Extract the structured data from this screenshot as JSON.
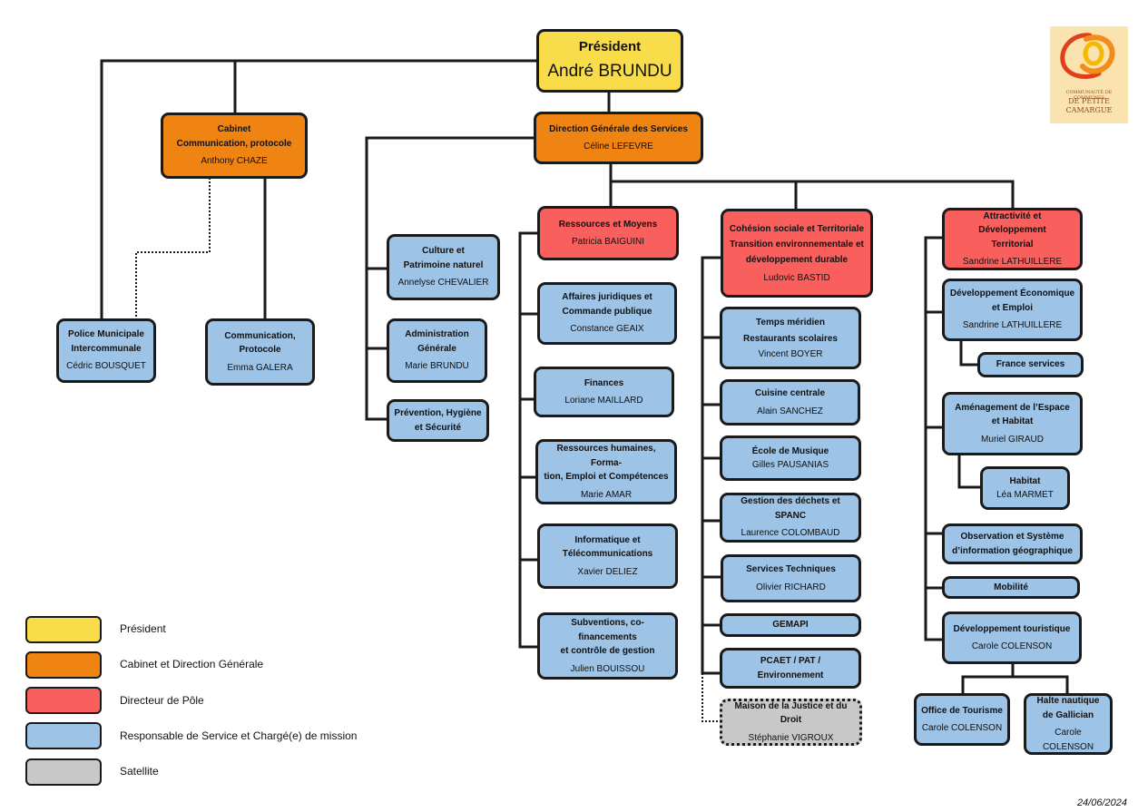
{
  "president": {
    "title": "Président",
    "name": "André BRUNDU"
  },
  "cabinet": {
    "title": "Cabinet\nCommunication, protocole",
    "name": "Anthony CHAZE"
  },
  "dgs": {
    "title": "Direction Générale des Services",
    "name": "Céline LEFEVRE"
  },
  "police": {
    "title": "Police Municipale\nIntercommunale",
    "name": "Cédric BOUSQUET"
  },
  "communication": {
    "title": "Communication,\nProtocole",
    "name": "Emma GALERA"
  },
  "culture": {
    "title": "Culture et\nPatrimoine naturel",
    "name": "Annelyse CHEVALIER"
  },
  "administration": {
    "title": "Administration\nGénérale",
    "name": "Marie BRUNDU"
  },
  "prevention": {
    "title": "Prévention, Hygiène\net Sécurité",
    "name": ""
  },
  "pole_ressources": {
    "title": "Ressources et Moyens",
    "name": "Patricia BAIGUINI"
  },
  "affaires": {
    "title": "Affaires juridiques et\nCommande publique",
    "name": "Constance GEAIX"
  },
  "finances": {
    "title": "Finances",
    "name": "Loriane MAILLARD"
  },
  "rh": {
    "title": "Ressources humaines, Forma-\ntion, Emploi et Compétences",
    "name": "Marie AMAR"
  },
  "informatique": {
    "title": "Informatique et\nTélécommunications",
    "name": "Xavier DELIEZ"
  },
  "subventions": {
    "title": "Subventions, co-financements\net contrôle de gestion",
    "name": "Julien BOUISSOU"
  },
  "pole_cohesion": {
    "title": "Cohésion sociale et Territoriale\nTransition environnementale et\ndéveloppement durable",
    "name": "Ludovic BASTID"
  },
  "temps": {
    "title": "Temps méridien\nRestaurants scolaires",
    "name": "Vincent BOYER"
  },
  "cuisine": {
    "title": "Cuisine centrale",
    "name": "Alain SANCHEZ"
  },
  "musique": {
    "title": "École de Musique",
    "name": "Gilles PAUSANIAS"
  },
  "dechets": {
    "title": "Gestion des déchets et SPANC",
    "name": "Laurence COLOMBAUD"
  },
  "techniques": {
    "title": "Services Techniques",
    "name": "Olivier RICHARD"
  },
  "gemapi": {
    "title": "GEMAPI",
    "name": ""
  },
  "pcaet": {
    "title": "PCAET / PAT /\nEnvironnement",
    "name": ""
  },
  "maison_justice": {
    "title": "Maison de la Justice et du Droit",
    "name": "Stéphanie VIGROUX"
  },
  "pole_attractivite": {
    "title": "Attractivité et Développement\nTerritorial",
    "name": "Sandrine LATHUILLERE"
  },
  "dev_eco": {
    "title": "Développement Économique\net Emploi",
    "name": "Sandrine LATHUILLERE"
  },
  "france_services": {
    "title": "France services",
    "name": ""
  },
  "amenagement": {
    "title": "Aménagement de l’Espace\net Habitat",
    "name": "Muriel GIRAUD"
  },
  "habitat": {
    "title": "Habitat",
    "name": "Léa MARMET"
  },
  "observation": {
    "title": "Observation et Système\nd’information géographique",
    "name": ""
  },
  "mobilite": {
    "title": "Mobilité",
    "name": ""
  },
  "dev_touristique": {
    "title": "Développement touristique",
    "name": "Carole COLENSON"
  },
  "office_tourisme": {
    "title": "Office de Tourisme",
    "name": "Carole COLENSON"
  },
  "halte": {
    "title": "Halte nautique\nde Gallician",
    "name": "Carole COLENSON"
  },
  "legend": [
    {
      "label": "Président",
      "color": "#f9dc4a"
    },
    {
      "label": "Cabinet et Direction Générale",
      "color": "#f08412"
    },
    {
      "label": "Directeur de Pôle",
      "color": "#f95f5d"
    },
    {
      "label": "Responsable de Service et Chargé(e) de mission",
      "color": "#9dc3e6"
    },
    {
      "label": "Satellite",
      "color": "#c8c8c8"
    }
  ],
  "logo": {
    "line1": "COMMUNAUTÉ DE COMMUNES",
    "line2": "DE PETITE",
    "line3": "CAMARGUE"
  },
  "date": "24/06/2024"
}
